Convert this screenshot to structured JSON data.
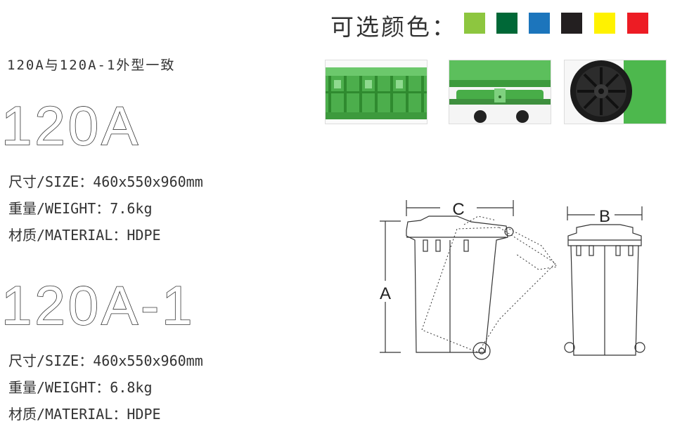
{
  "note": "120A与120A-1外型一致",
  "models": [
    {
      "name": "120A",
      "size_label": "尺寸/SIZE：",
      "size_value": "460x550x960mm",
      "weight_label": "重量/WEIGHT：",
      "weight_value": "7.6kg",
      "material_label": "材质/MATERIAL：",
      "material_value": "HDPE"
    },
    {
      "name": "120A-1",
      "size_label": "尺寸/SIZE：",
      "size_value": "460x550x960mm",
      "weight_label": "重量/WEIGHT：",
      "weight_value": "6.8kg",
      "material_label": "材质/MATERIAL：",
      "material_value": "HDPE"
    }
  ],
  "colors": {
    "label": "可选颜色：",
    "swatches": [
      "#8dc63f",
      "#006837",
      "#1c75bc",
      "#231f20",
      "#fff200",
      "#ed1c24"
    ]
  },
  "diagram": {
    "label_a": "A",
    "label_b": "B",
    "label_c": "C"
  }
}
